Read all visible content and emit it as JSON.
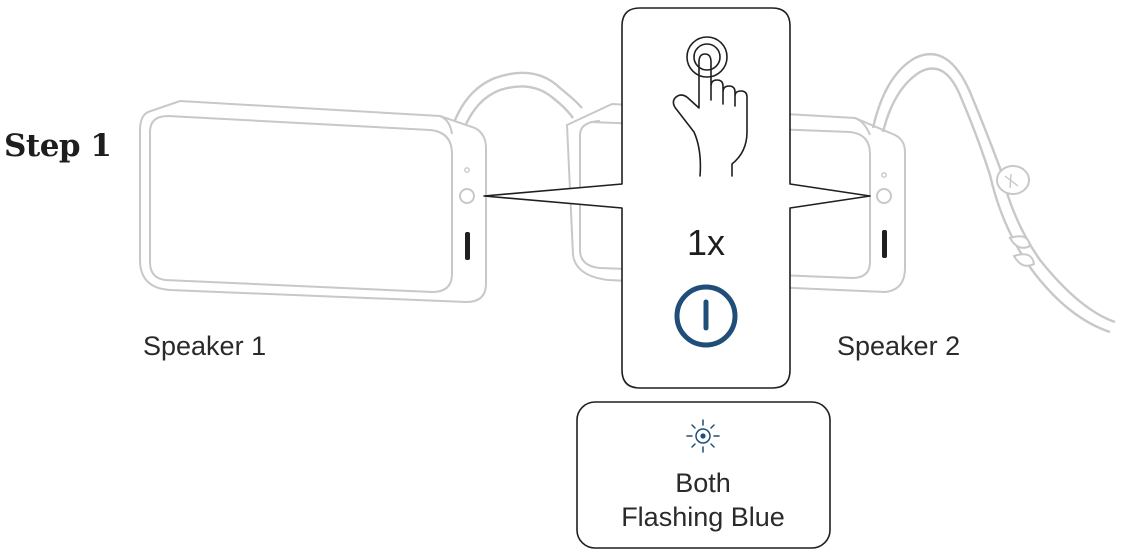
{
  "step": {
    "title": "Step 1"
  },
  "speakers": [
    {
      "label": "Speaker 1"
    },
    {
      "label": "Speaker 2"
    }
  ],
  "instruction": {
    "press_count": "1x",
    "gesture_icon": "finger-tap-icon",
    "button_icon": "power-icon"
  },
  "status": {
    "line1": "Both",
    "line2": "Flashing Blue",
    "icon": "flashing-light-icon",
    "color": "#1f4e79"
  },
  "colors": {
    "outline": "#1f1f1f",
    "product_line": "#c8c8c8",
    "accent": "#1f4e79"
  }
}
